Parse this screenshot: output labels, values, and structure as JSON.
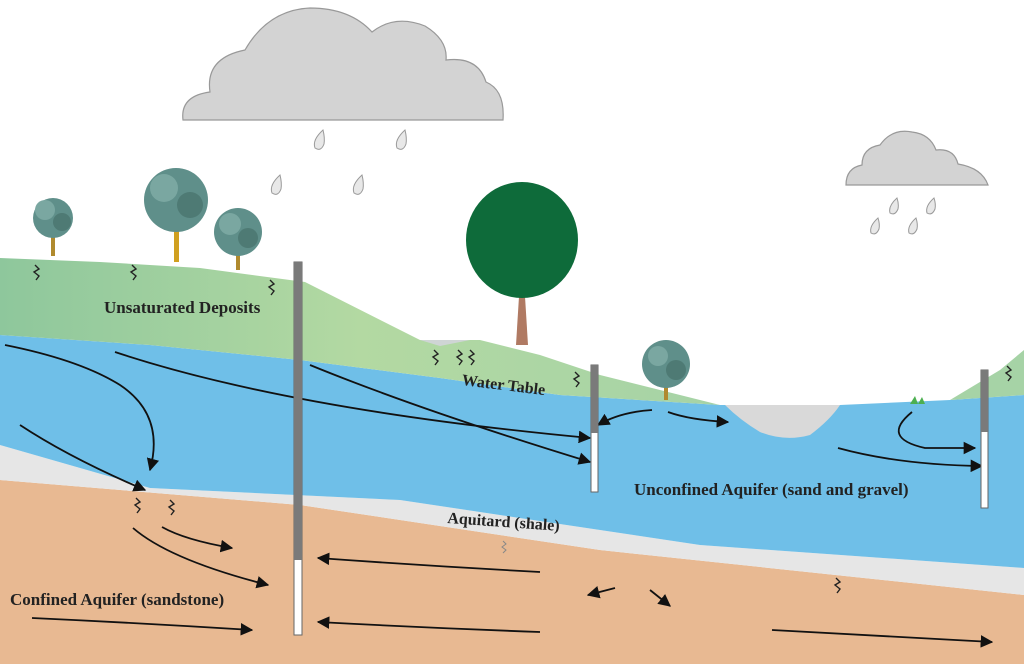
{
  "labels": {
    "unsaturated": "Unsaturated Deposits",
    "water_table": "Water Table",
    "unconfined": "Unconfined Aquifer (sand and gravel)",
    "aquitard": "Aquitard (shale)",
    "confined": "Confined Aquifer (sandstone)"
  },
  "colors": {
    "sky": "#ffffff",
    "cloud": "#d3d3d3",
    "unsaturated_green": "#9fcf9a",
    "unconfined_blue": "#6fbfe8",
    "aquitard_gray": "#e6e6e6",
    "confined_tan": "#e8b992",
    "tree_dark": "#0e6b3a",
    "tree_small": "#5f8f8a"
  }
}
